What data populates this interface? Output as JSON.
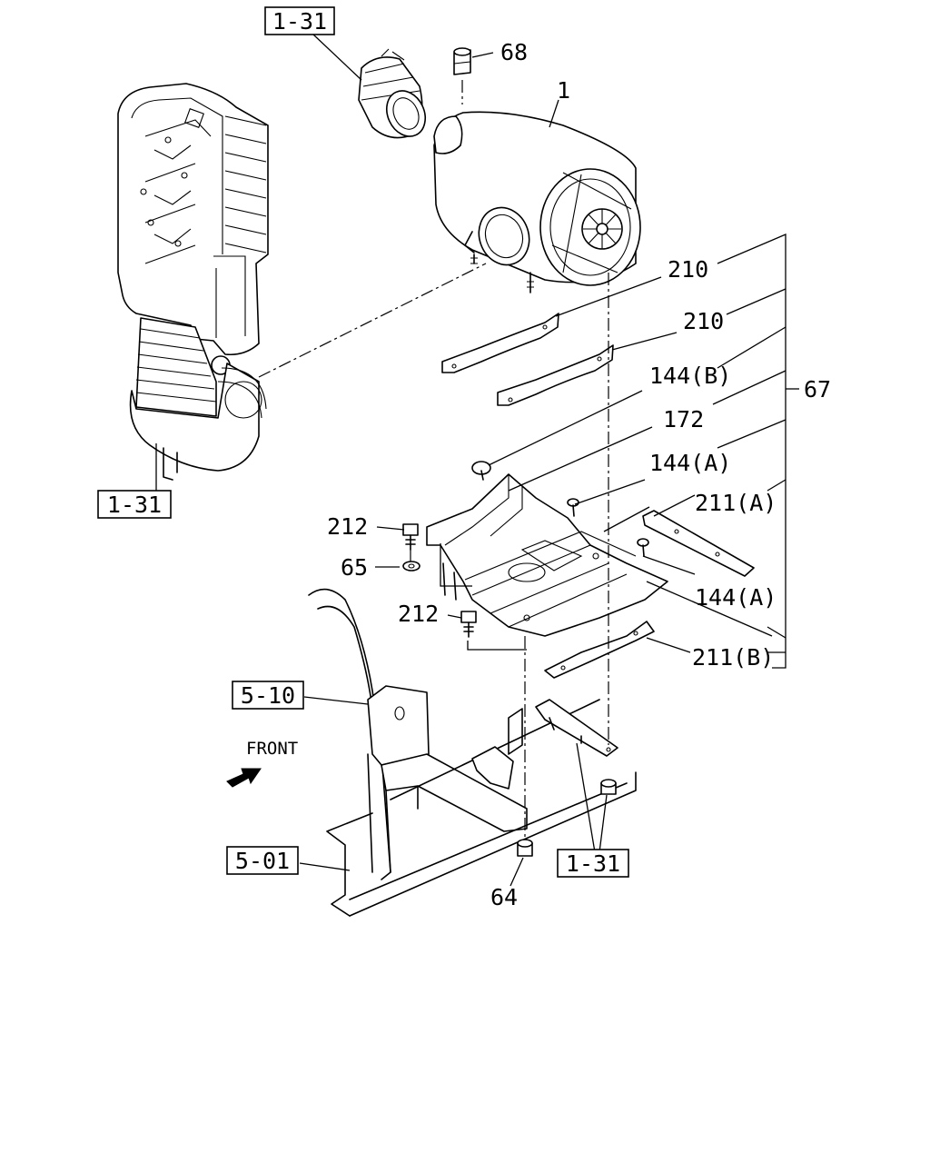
{
  "diagram": {
    "refs": {
      "intake_top": "1-31",
      "intake_left": "1-31",
      "frame_right": "1-31",
      "frame_rail": "5-10",
      "frame_member": "5-01"
    },
    "parts": {
      "air_cleaner": "1",
      "indicator": "68",
      "bracket_upper": "210",
      "bracket_lower": "210",
      "clip_144b": "144(B)",
      "stay_172": "172",
      "clip_144a_upper": "144(A)",
      "clip_144a_lower": "144(A)",
      "assembly_67": "67",
      "plate_211a": "211(A)",
      "plate_211b": "211(B)",
      "bolt_upper": "212",
      "bolt_lower": "212",
      "washer_65": "65",
      "nut_64": "64"
    },
    "direction": "FRONT"
  },
  "colors": {
    "line": "#000000",
    "background": "#ffffff"
  },
  "icons": {
    "front_arrow": "arrow-right-icon"
  }
}
